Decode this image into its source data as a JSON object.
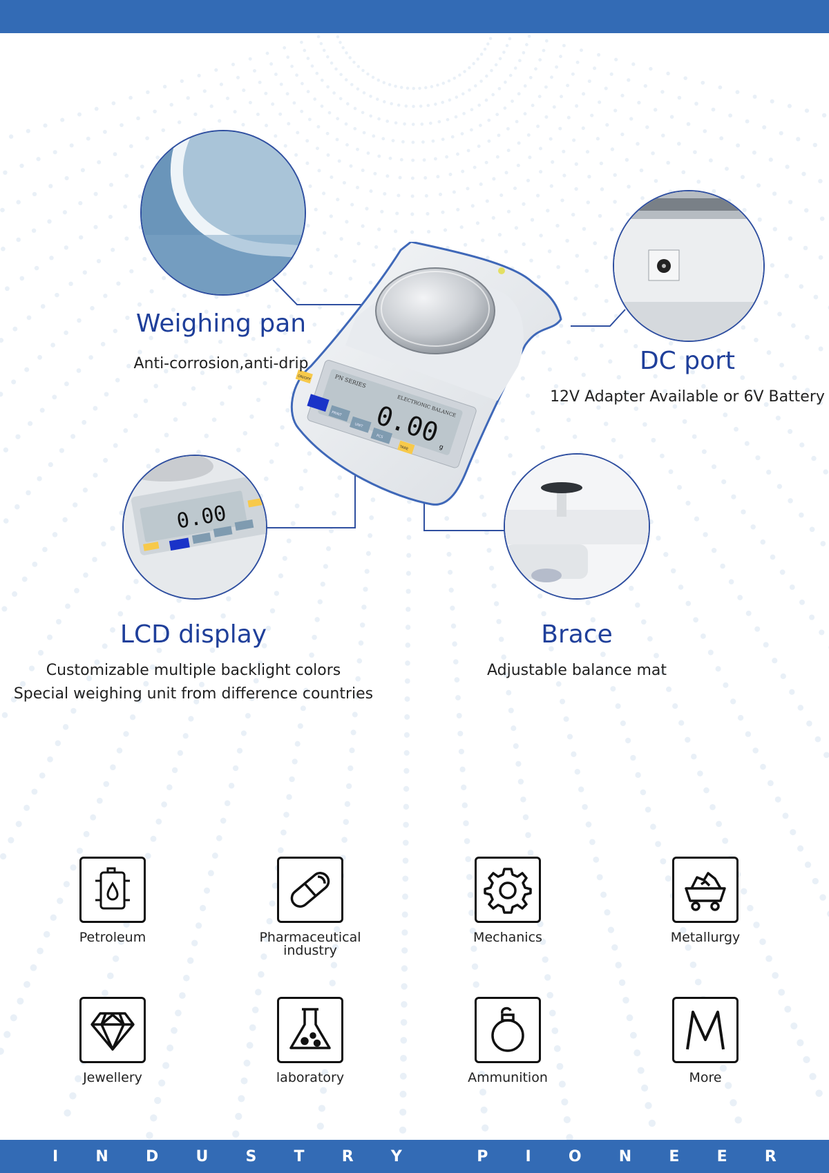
{
  "features": {
    "weighing_pan": {
      "title": "Weighing pan",
      "sub": "Anti-corrosion,anti-drip"
    },
    "dc_port": {
      "title": "DC port",
      "sub": "12V Adapter Available or 6V Battery"
    },
    "lcd_display": {
      "title": "LCD display",
      "sub1": "Customizable multiple backlight colors",
      "sub2": "Special weighing unit from  difference countries"
    },
    "brace": {
      "title": "Brace",
      "sub": "Adjustable balance mat"
    }
  },
  "scale": {
    "series": "PN SERIES",
    "model": "ELECTRONIC BALANCE",
    "reading": "0.00",
    "unit": "g",
    "keys": {
      "onoff": "ON/OFF",
      "print": "PRINT",
      "unitkey": "UNIT",
      "pcs": "PCS",
      "tare": "TARE"
    }
  },
  "industries": [
    {
      "label": "Petroleum",
      "icon": "oil-barrel-icon"
    },
    {
      "label": "Pharmaceutical industry",
      "icon": "capsule-icon"
    },
    {
      "label": "Mechanics",
      "icon": "gear-icon"
    },
    {
      "label": "Metallurgy",
      "icon": "ore-cart-icon"
    },
    {
      "label": "Jewellery",
      "icon": "diamond-icon"
    },
    {
      "label": "laboratory",
      "icon": "flask-icon"
    },
    {
      "label": "Ammunition",
      "icon": "grenade-icon"
    },
    {
      "label": "More",
      "icon": "letter-m-icon"
    }
  ],
  "banner": [
    "I",
    "N",
    "D",
    "U",
    "S",
    "T",
    "R",
    "Y",
    "",
    "P",
    "I",
    "O",
    "N",
    "E",
    "E",
    "R"
  ],
  "colors": {
    "brand": "#336bb5",
    "title": "#1f3f9a",
    "line": "#2f4fa0"
  }
}
